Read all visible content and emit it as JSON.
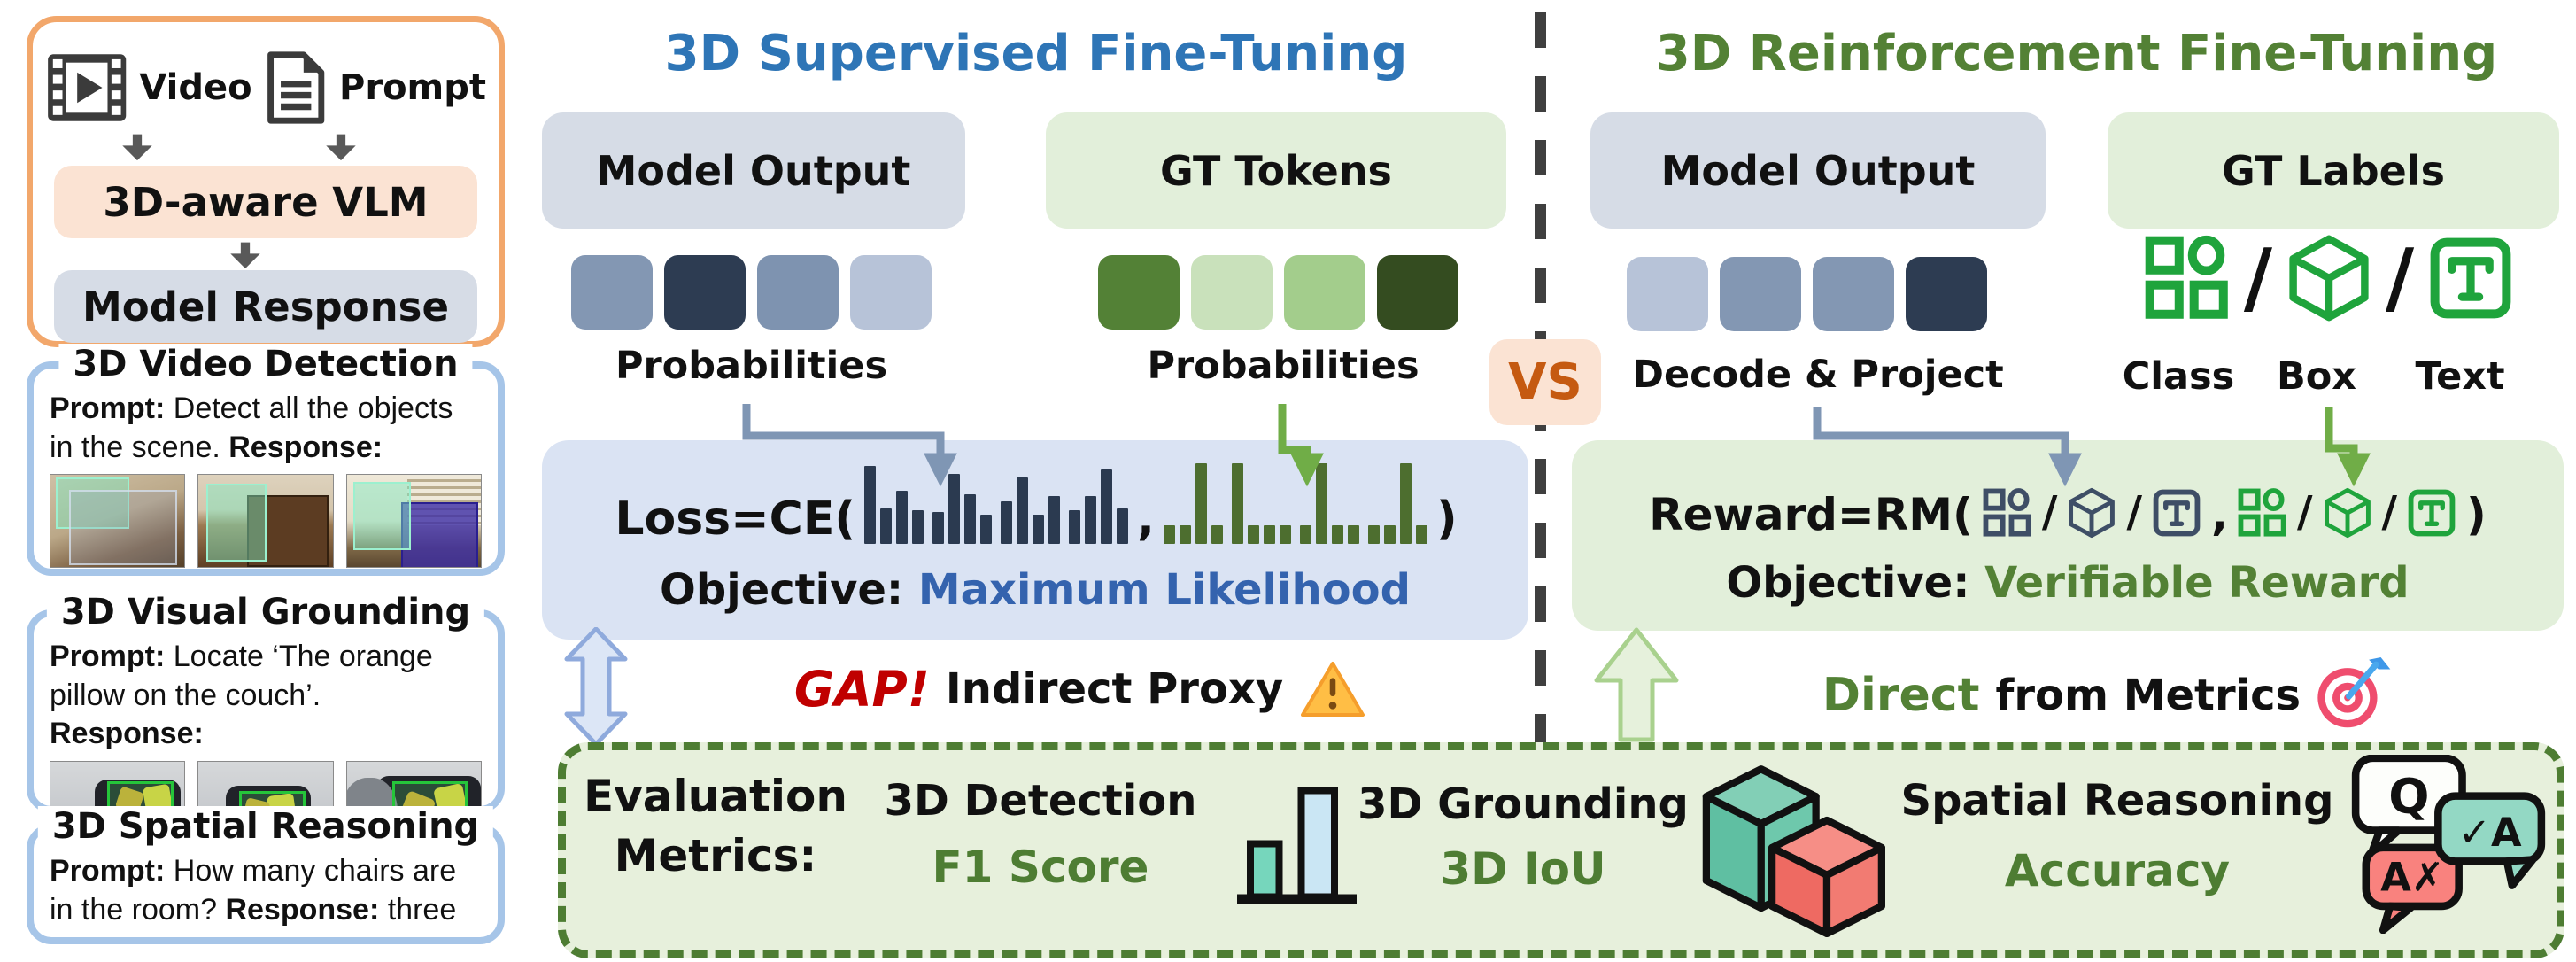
{
  "colors": {
    "sft_title": "#2E75B6",
    "rft_title": "#538135",
    "objective_blue": "#3463AE",
    "objective_green": "#538135",
    "gap_red": "#C00000",
    "vs_orange": "#C55A11",
    "metric_green": "#4E7D33",
    "pred_bar": "#2B3A50",
    "gt_bar": "#4D6E2F",
    "pred_icon_navy": "#3E4E66",
    "gt_icon_green": "#1FA43C",
    "arrow_blue": "#7F96B4",
    "arrow_green": "#70AD47",
    "accent_orange": "#F2A76B",
    "peach_fill": "#FBE3D3",
    "gray_blue_fill": "#D6DCE6",
    "green_fill": "#E2EFDA",
    "loss_fill": "#DAE3F3",
    "eval_fill": "#E7F0DC",
    "task_border": "#A6C5E8",
    "divider_gray": "#3F3F3F"
  },
  "pipeline": {
    "video_label": "Video",
    "prompt_label": "Prompt",
    "vlm_label": "3D-aware VLM",
    "response_label": "Model Response"
  },
  "tasks": [
    {
      "title": "3D Video Detection",
      "prompt_label": "Prompt:",
      "prompt_text": " Detect all the objects in the scene. ",
      "response_label": "Response:",
      "response_text": ""
    },
    {
      "title": "3D Visual Grounding",
      "prompt_label": "Prompt:",
      "prompt_text": " Locate ‘The orange pillow on the couch’. ",
      "response_label": "Response:",
      "response_text": ""
    },
    {
      "title": "3D Spatial Reasoning",
      "prompt_label": "Prompt:",
      "prompt_text": " How many chairs are in the room? ",
      "response_label": "Response:",
      "response_text": " three"
    }
  ],
  "sft": {
    "title": "3D Supervised Fine-Tuning",
    "model_output_label": "Model Output",
    "gt_tokens_label": "GT Tokens",
    "probabilities_left": "Probabilities",
    "probabilities_right": "Probabilities",
    "token_colors": [
      "#8397B3",
      "#2D3C52",
      "#7E93B0",
      "#B7C3D8"
    ],
    "gt_token_colors": [
      "#538136",
      "#C9E1BB",
      "#A3CD8C",
      "#344C20"
    ],
    "loss_prefix": "Loss=CE(",
    "separator": ",",
    "loss_suffix": ")",
    "pred_bars": [
      [
        92,
        42,
        62,
        40
      ],
      [
        38,
        82,
        58,
        34
      ],
      [
        50,
        78,
        34,
        56
      ],
      [
        40,
        56,
        88,
        42
      ]
    ],
    "gt_bars": [
      [
        22,
        22,
        95,
        22
      ],
      [
        95,
        22,
        22,
        22
      ],
      [
        22,
        95,
        22,
        22
      ],
      [
        22,
        22,
        95,
        22
      ]
    ],
    "objective_label": "Objective:",
    "objective_value": "Maximum Likelihood",
    "gap_word": "GAP!",
    "gap_text": "Indirect Proxy"
  },
  "vs_label": "VS",
  "rft": {
    "title": "3D Reinforcement Fine-Tuning",
    "model_output_label": "Model Output",
    "gt_labels_label": "GT Labels",
    "token_colors": [
      "#B7C3D8",
      "#8397B3",
      "#8397B3",
      "#2D3C52"
    ],
    "decode_label": "Decode & Project",
    "class_label": "Class",
    "box_label": "Box",
    "text_label": "Text",
    "slash": "/",
    "reward_prefix": "Reward=RM(",
    "separator": ",",
    "reward_suffix": ")",
    "objective_label": "Objective:",
    "objective_value": "Verifiable Reward",
    "direct_word": "Direct",
    "direct_text": "from Metrics"
  },
  "evaluation": {
    "header_line1": "Evaluation",
    "header_line2": "Metrics:",
    "items": [
      {
        "task": "3D Detection",
        "metric": "F1 Score"
      },
      {
        "task": "3D Grounding",
        "metric": "3D IoU"
      },
      {
        "task": "Spatial Reasoning",
        "metric": "Accuracy"
      }
    ],
    "qa_bubbles": {
      "question": "Q",
      "answer_correct": "✓A",
      "answer_wrong": "A✗"
    }
  }
}
